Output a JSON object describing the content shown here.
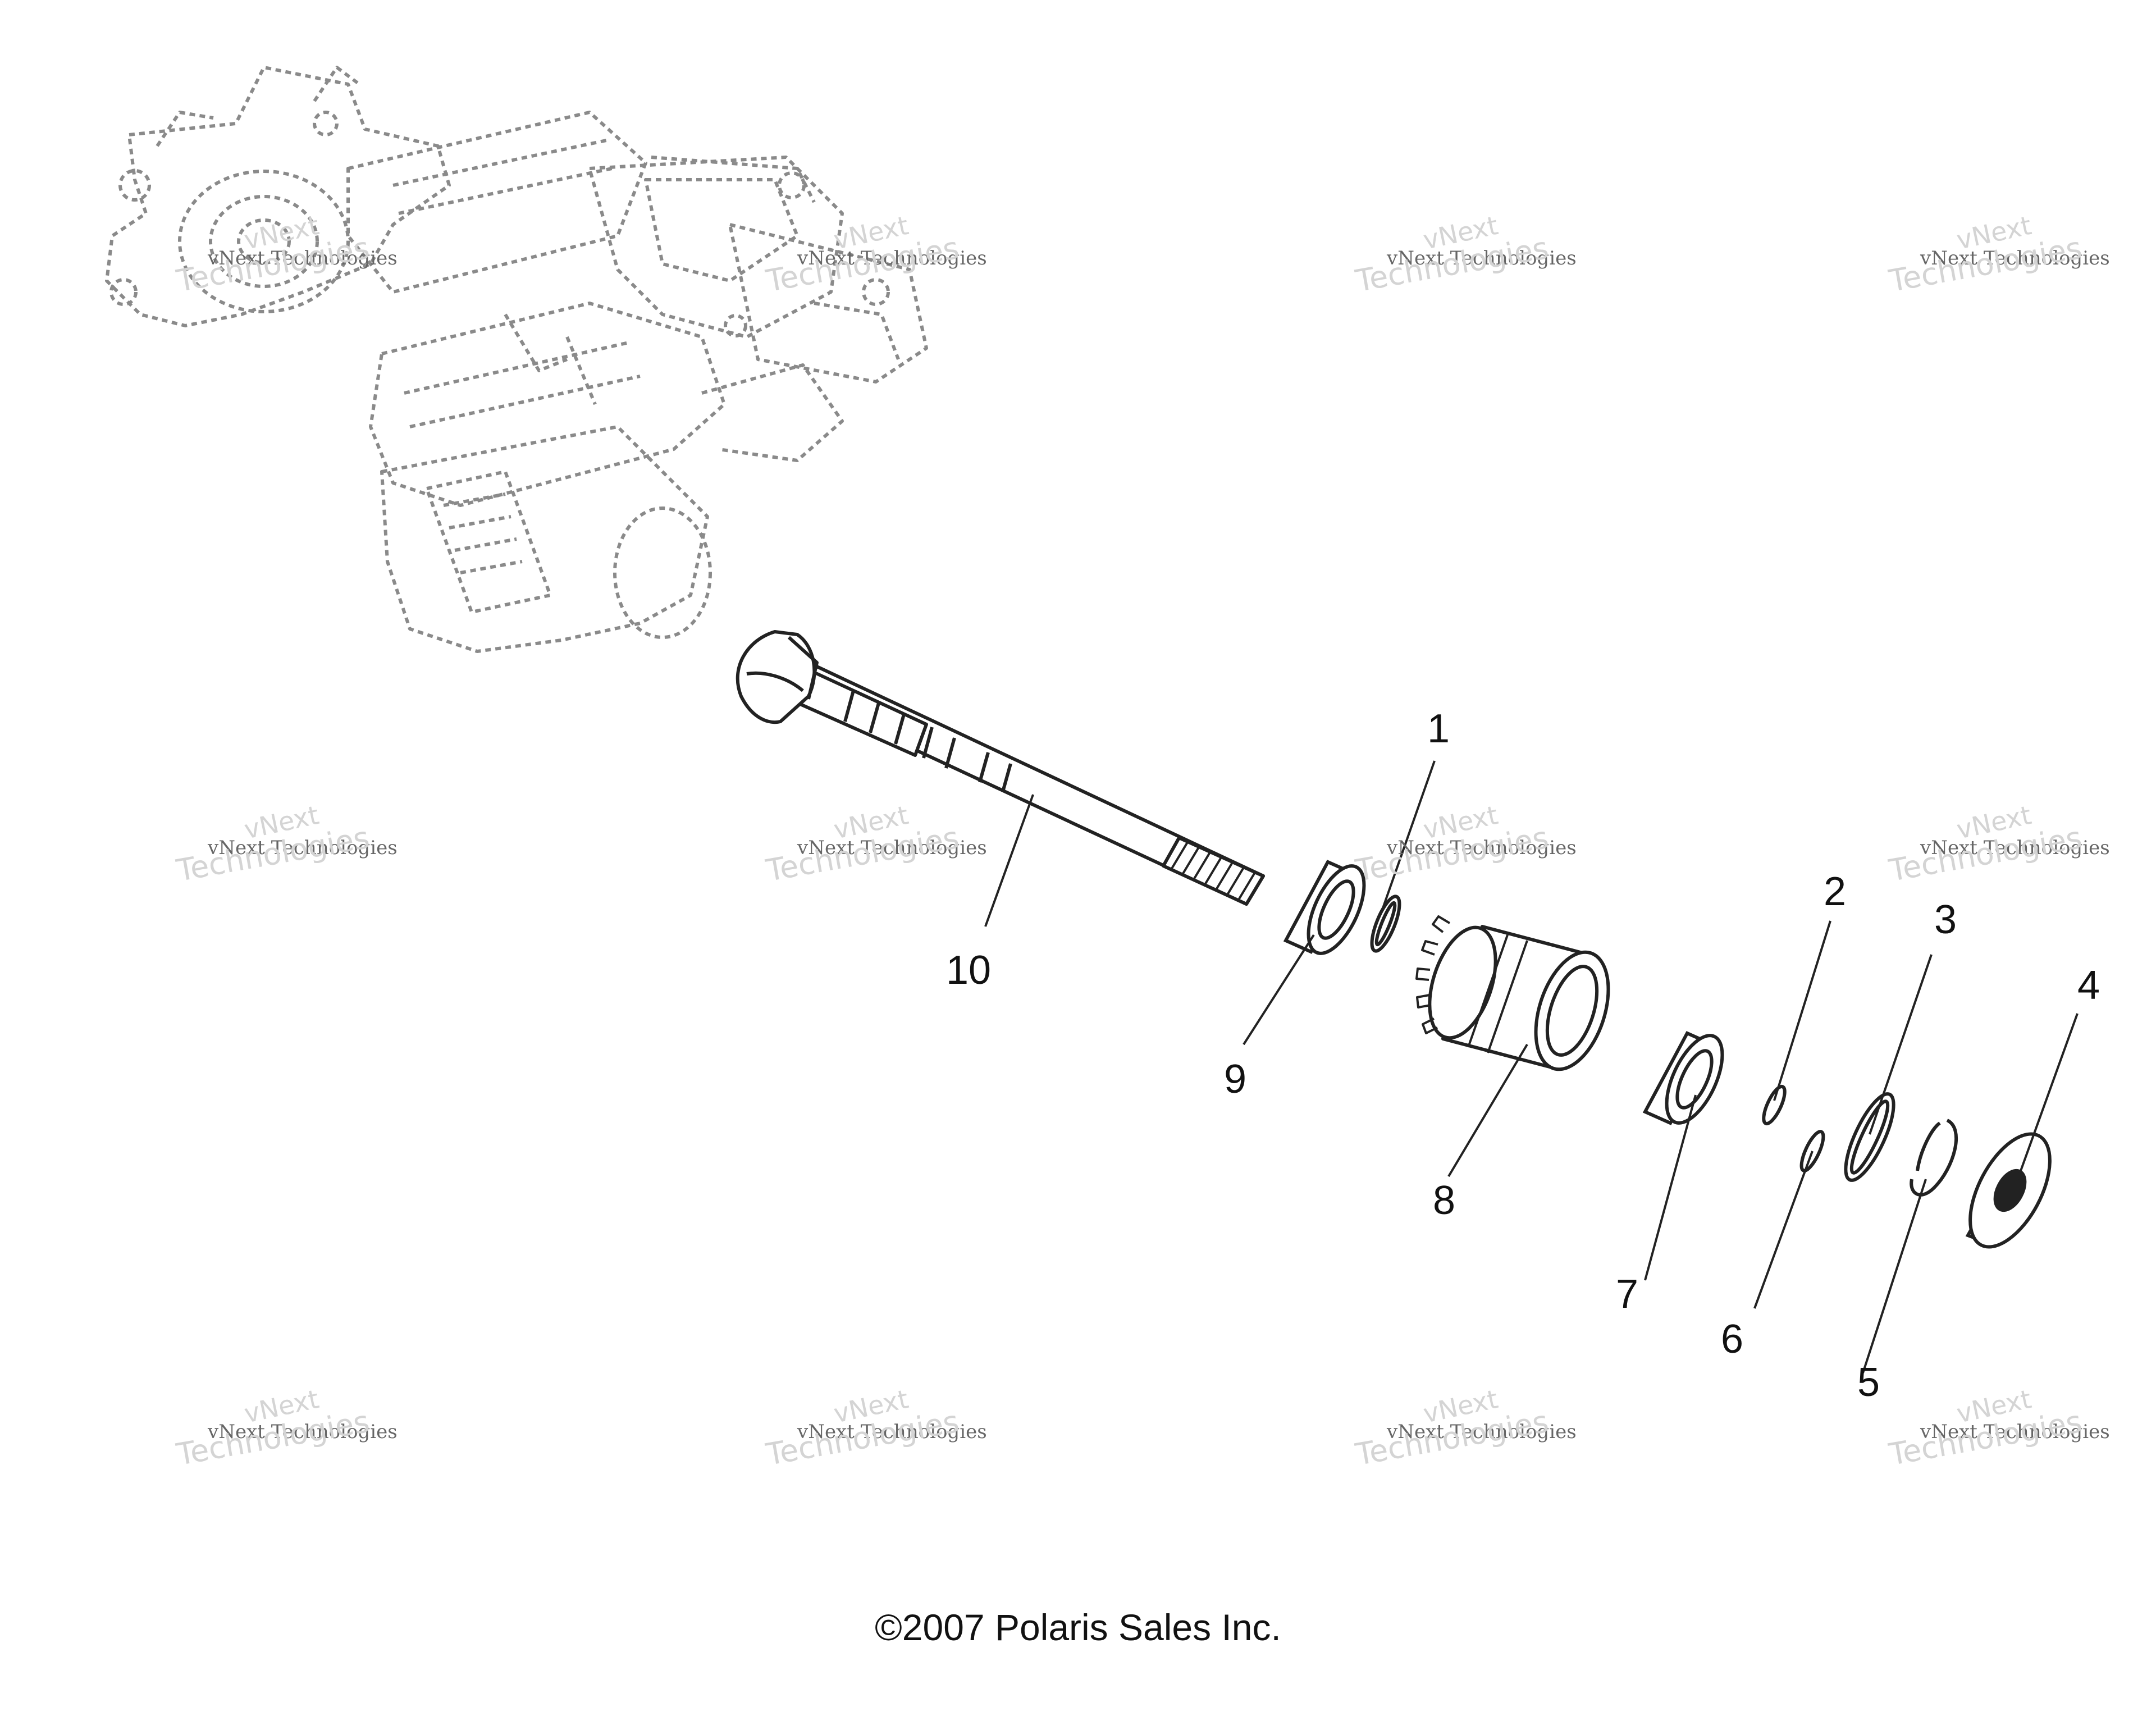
{
  "callouts": {
    "c1": "1",
    "c2": "2",
    "c3": "3",
    "c4": "4",
    "c5": "5",
    "c6": "6",
    "c7": "7",
    "c8": "8",
    "c9": "9",
    "c10": "10"
  },
  "watermark": {
    "line1": "vNext",
    "line2": "vNext Technologies",
    "line3": "Technologies"
  },
  "footer": {
    "copyright": "©2007 Polaris Sales Inc."
  },
  "colors": {
    "line": "#222222",
    "ghost": "#8a8a8a",
    "watermark": "#d4d4d4"
  }
}
